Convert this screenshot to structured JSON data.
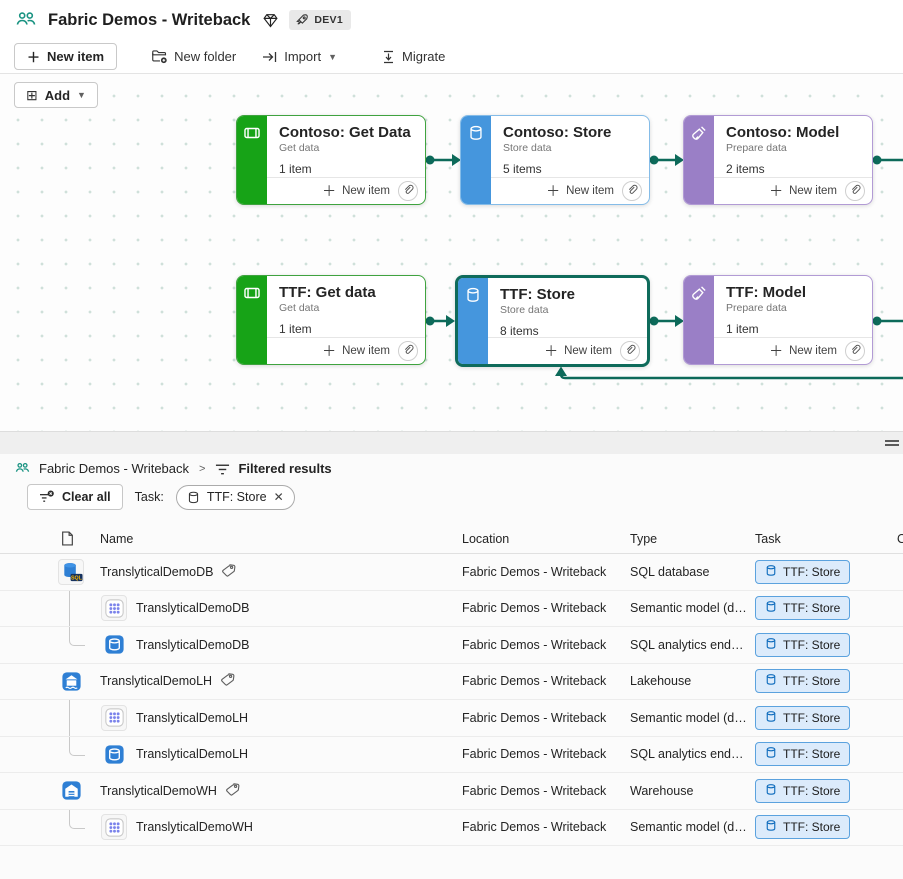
{
  "header": {
    "title": "Fabric Demos - Writeback",
    "badge": "DEV1"
  },
  "toolbar": {
    "new_item": "New item",
    "new_folder": "New folder",
    "import": "Import",
    "migrate": "Migrate"
  },
  "canvas": {
    "add_label": "Add",
    "new_item_label": "New item",
    "cards": [
      {
        "title": "Contoso: Get Data",
        "subtitle": "Get data",
        "count": "1 item",
        "color": "green",
        "icon": "scroll-icon",
        "selected": false
      },
      {
        "title": "Contoso: Store",
        "subtitle": "Store data",
        "count": "5 items",
        "color": "blue",
        "icon": "database-icon",
        "selected": false
      },
      {
        "title": "Contoso: Model",
        "subtitle": "Prepare data",
        "count": "2 items",
        "color": "purple",
        "icon": "broom-icon",
        "selected": false
      },
      {
        "title": "TTF: Get data",
        "subtitle": "Get data",
        "count": "1 item",
        "color": "green",
        "icon": "scroll-icon",
        "selected": false
      },
      {
        "title": "TTF: Store",
        "subtitle": "Store data",
        "count": "8 items",
        "color": "blue",
        "icon": "database-icon",
        "selected": true
      },
      {
        "title": "TTF: Model",
        "subtitle": "Prepare data",
        "count": "1 item",
        "color": "purple",
        "icon": "broom-icon",
        "selected": false
      }
    ]
  },
  "results": {
    "breadcrumb_workspace": "Fabric Demos - Writeback",
    "breadcrumb_page": "Filtered results",
    "clear_all_label": "Clear all",
    "task_filter_label": "Task:",
    "task_filter_value": "TTF: Store",
    "columns": {
      "name": "Name",
      "location": "Location",
      "type": "Type",
      "task": "Task"
    },
    "rows": [
      {
        "name": "TranslyticalDemoDB",
        "location": "Fabric Demos - Writeback",
        "type": "SQL database",
        "task": "TTF: Store",
        "icon": "sql-database-icon",
        "level": 0,
        "tag": true,
        "last": false
      },
      {
        "name": "TranslyticalDemoDB",
        "location": "Fabric Demos - Writeback",
        "type": "Semantic model (defa...",
        "task": "TTF: Store",
        "icon": "semantic-model-icon",
        "level": 1,
        "tag": false,
        "last": false
      },
      {
        "name": "TranslyticalDemoDB",
        "location": "Fabric Demos - Writeback",
        "type": "SQL analytics endpoint",
        "task": "TTF: Store",
        "icon": "sql-endpoint-icon",
        "level": 1,
        "tag": false,
        "last": true
      },
      {
        "name": "TranslyticalDemoLH",
        "location": "Fabric Demos - Writeback",
        "type": "Lakehouse",
        "task": "TTF: Store",
        "icon": "lakehouse-icon",
        "level": 0,
        "tag": true,
        "last": false
      },
      {
        "name": "TranslyticalDemoLH",
        "location": "Fabric Demos - Writeback",
        "type": "Semantic model (defa...",
        "task": "TTF: Store",
        "icon": "semantic-model-icon",
        "level": 1,
        "tag": false,
        "last": false
      },
      {
        "name": "TranslyticalDemoLH",
        "location": "Fabric Demos - Writeback",
        "type": "SQL analytics endpoint",
        "task": "TTF: Store",
        "icon": "sql-endpoint-icon",
        "level": 1,
        "tag": false,
        "last": true
      },
      {
        "name": "TranslyticalDemoWH",
        "location": "Fabric Demos - Writeback",
        "type": "Warehouse",
        "task": "TTF: Store",
        "icon": "warehouse-icon",
        "level": 0,
        "tag": true,
        "last": false
      },
      {
        "name": "TranslyticalDemoWH",
        "location": "Fabric Demos - Writeback",
        "type": "Semantic model (defa...",
        "task": "TTF: Store",
        "icon": "semantic-model-icon",
        "level": 1,
        "tag": false,
        "last": true
      }
    ]
  },
  "colors": {
    "accent_teal": "#0e6a5a",
    "card_green": "#17a317",
    "card_blue": "#4596dd",
    "card_purple": "#9a7fc6",
    "chip_bg": "#dcebfb",
    "chip_border": "#5ba2de"
  }
}
